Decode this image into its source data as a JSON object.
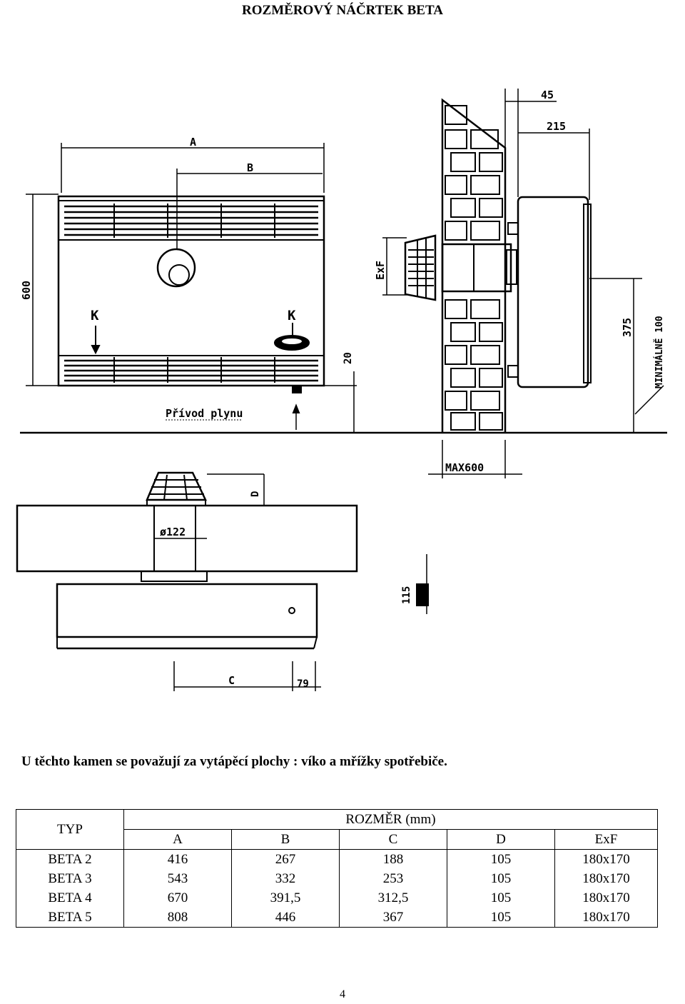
{
  "page": {
    "title": "ROZMĚROVÝ NÁČRTEK BETA",
    "note": "U těchto kamen se považují za vytápěcí plochy : víko a mřížky spotřebiče.",
    "page_number": "4"
  },
  "drawing": {
    "labels": {
      "a": "A",
      "b": "B",
      "h600": "600",
      "k_left": "K",
      "k_right": "K",
      "d20": "20",
      "gas": "Přívod plynu",
      "d45": "45",
      "d215": "215",
      "exf": "ExF",
      "d375": "375",
      "min100": "MINIMÁLNĚ 100",
      "max600": "MAX600",
      "d": "D",
      "phi122": "ø122",
      "d115": "115",
      "c": "C",
      "d79": "79"
    }
  },
  "table": {
    "typ_header": "TYP",
    "group_header": "ROZMĚR (mm)",
    "columns": [
      "A",
      "B",
      "C",
      "D",
      "ExF"
    ],
    "rows": [
      {
        "typ": "BETA 2",
        "values": [
          "416",
          "267",
          "188",
          "105",
          "180x170"
        ]
      },
      {
        "typ": "BETA 3",
        "values": [
          "543",
          "332",
          "253",
          "105",
          "180x170"
        ]
      },
      {
        "typ": "BETA 4",
        "values": [
          "670",
          "391,5",
          "312,5",
          "105",
          "180x170"
        ]
      },
      {
        "typ": "BETA 5",
        "values": [
          "808",
          "446",
          "367",
          "105",
          "180x170"
        ]
      }
    ]
  }
}
